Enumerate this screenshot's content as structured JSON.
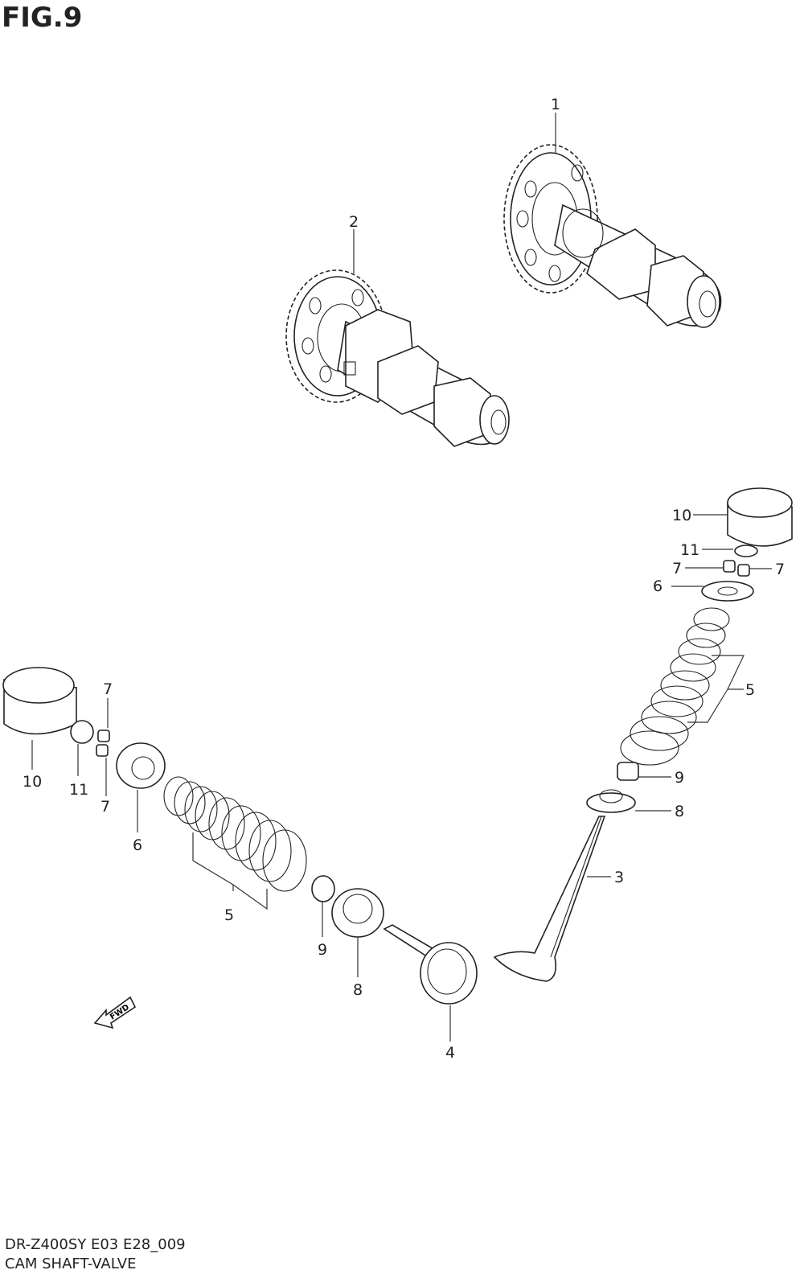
{
  "figure": {
    "title": "FIG.9"
  },
  "callouts": {
    "p1": "1",
    "p2": "2",
    "p3": "3",
    "p4": "4",
    "p5_right": "5",
    "p5_left": "5",
    "p6_right": "6",
    "p6_left": "6",
    "p7_right_a": "7",
    "p7_right_b": "7",
    "p7_left_top": "7",
    "p7_left_bottom": "7",
    "p8_right": "8",
    "p8_left": "8",
    "p9_right": "9",
    "p9_left": "9",
    "p10_right": "10",
    "p10_left": "10",
    "p11_right": "11",
    "p11_left": "11"
  },
  "fwd_label": "FWD",
  "footer": {
    "model_code": "DR-Z400SY E03 E28_009",
    "section_name": "CAM SHAFT-VALVE"
  }
}
